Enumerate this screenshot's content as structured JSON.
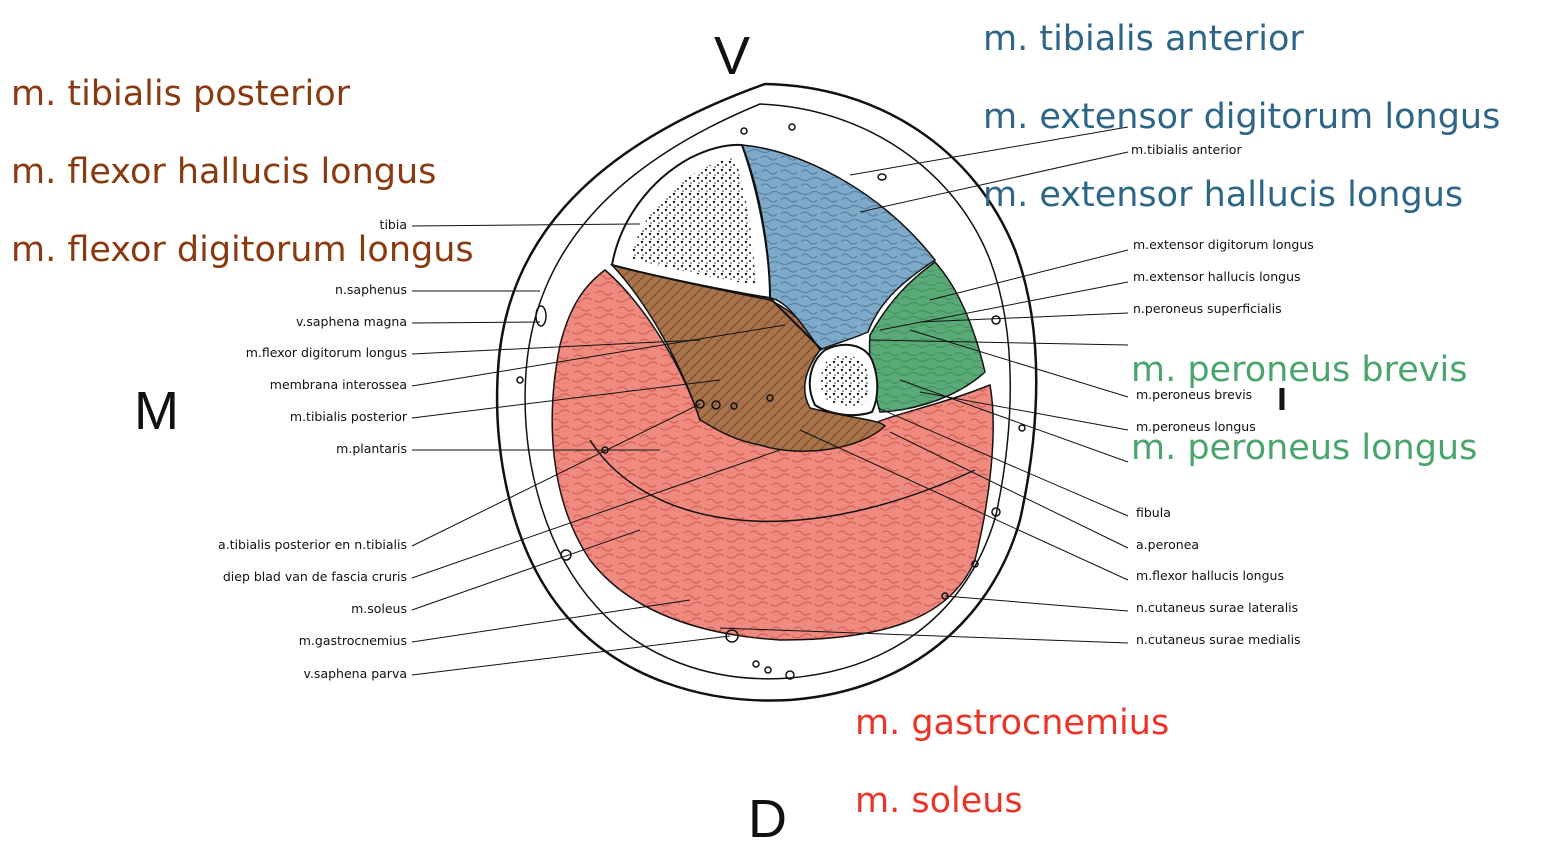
{
  "orientation": {
    "ventral": "V",
    "dorsal": "D",
    "medial": "M",
    "lateral": "L"
  },
  "groups": {
    "posterior_deep": [
      "m. tibialis posterior",
      "m. flexor hallucis longus",
      "m. flexor digitorum longus"
    ],
    "anterior": [
      "m. tibialis anterior",
      "m. extensor digitorum longus",
      "m. extensor hallucis longus"
    ],
    "lateral": [
      "m. peroneus brevis",
      "m. peroneus longus"
    ],
    "posterior_superficial": [
      "m. gastrocnemius",
      "m. soleus"
    ]
  },
  "colors": {
    "posterior_deep": "#8a3a10",
    "anterior": "#2e6687",
    "lateral": "#4aa56c",
    "posterior_superficial": "#ea3427"
  },
  "labels_left": [
    "tibia",
    "n.saphenus",
    "v.saphena magna",
    "m.flexor digitorum longus",
    "membrana interossea",
    "m.tibialis posterior",
    "m.plantaris",
    "a.tibialis posterior en n.tibialis",
    "diep blad van de fascia cruris",
    "m.soleus",
    "m.gastrocnemius",
    "v.saphena parva"
  ],
  "labels_right": [
    "m.tibialis anterior",
    "m.extensor digitorum longus",
    "m.extensor hallucis longus",
    "n.peroneus superficialis",
    "m.peroneus brevis",
    "m.peroneus longus",
    "fibula",
    "a.peronea",
    "m.flexor hallucis longus",
    "n.cutaneus surae lateralis",
    "n.cutaneus surae medialis"
  ]
}
